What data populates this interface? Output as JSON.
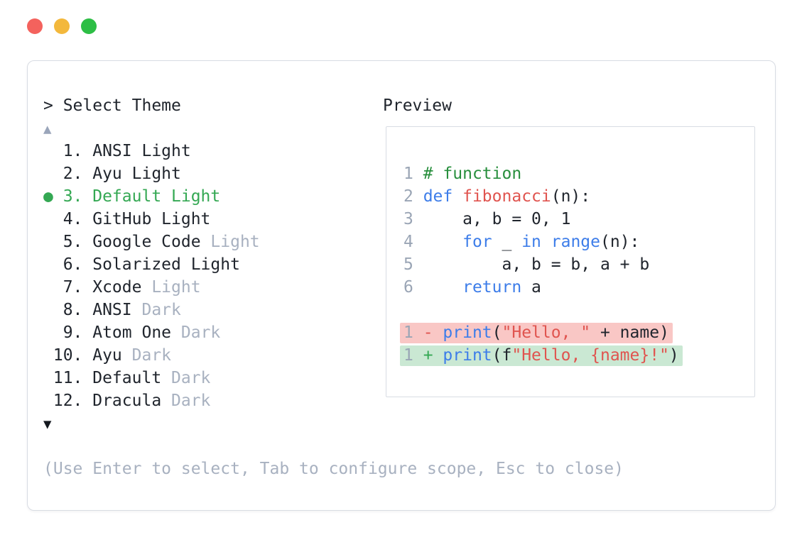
{
  "window": {
    "controls": [
      {
        "name": "window-close-button",
        "color": "#f4625d"
      },
      {
        "name": "window-minimize-button",
        "color": "#f3b83c"
      },
      {
        "name": "window-zoom-button",
        "color": "#2dbe45"
      }
    ]
  },
  "palette": {
    "dark": "#20252d",
    "gray": "#a8b1c0",
    "green": "#34a853",
    "comment": "#288f3d",
    "blue": "#3d7de9",
    "red": "#e0544f",
    "line_num": "#9aa5b5",
    "del_bg": "#f9c7c5",
    "add_bg": "#cae8d3",
    "arrow_up": "#9aa5ba",
    "arrow_down": "#14181f",
    "panel_border": "#d8dce3"
  },
  "selector": {
    "prompt": "> Select Theme",
    "scroll_up_icon": "▲",
    "scroll_down_icon": "▼",
    "hint": "(Use Enter to select, Tab to configure scope, Esc to close)",
    "selected_label": "Default Light",
    "items": [
      {
        "label": "ANSI Light",
        "selected": false,
        "segments": [
          {
            "t": "  1. ANSI Light",
            "c": "dark"
          }
        ]
      },
      {
        "label": "Ayu Light",
        "selected": false,
        "segments": [
          {
            "t": "  2. Ayu Light",
            "c": "dark"
          }
        ]
      },
      {
        "label": "Default Light",
        "selected": true,
        "segments": [
          {
            "t": "● 3. Default Light",
            "c": "green"
          }
        ]
      },
      {
        "label": "GitHub Light",
        "selected": false,
        "segments": [
          {
            "t": "  4. GitHub Light",
            "c": "dark"
          }
        ]
      },
      {
        "label": "Google Code Light",
        "selected": false,
        "segments": [
          {
            "t": "  5. Google Code ",
            "c": "dark"
          },
          {
            "t": "Light",
            "c": "gray"
          }
        ]
      },
      {
        "label": "Solarized Light",
        "selected": false,
        "segments": [
          {
            "t": "  6. Solarized Light",
            "c": "dark"
          }
        ]
      },
      {
        "label": "Xcode Light",
        "selected": false,
        "segments": [
          {
            "t": "  7. Xcode ",
            "c": "dark"
          },
          {
            "t": "Light",
            "c": "gray"
          }
        ]
      },
      {
        "label": "ANSI Dark",
        "selected": false,
        "segments": [
          {
            "t": "  8. ANSI ",
            "c": "dark"
          },
          {
            "t": "Dark",
            "c": "gray"
          }
        ]
      },
      {
        "label": "Atom One Dark",
        "selected": false,
        "segments": [
          {
            "t": "  9. Atom One ",
            "c": "dark"
          },
          {
            "t": "Dark",
            "c": "gray"
          }
        ]
      },
      {
        "label": "Ayu Dark",
        "selected": false,
        "segments": [
          {
            "t": " 10. Ayu ",
            "c": "dark"
          },
          {
            "t": "Dark",
            "c": "gray"
          }
        ]
      },
      {
        "label": "Default Dark",
        "selected": false,
        "segments": [
          {
            "t": " 11. Default ",
            "c": "dark"
          },
          {
            "t": "Dark",
            "c": "gray"
          }
        ]
      },
      {
        "label": "Dracula Dark",
        "selected": false,
        "segments": [
          {
            "t": " 12. Dracula ",
            "c": "dark"
          },
          {
            "t": "Dark",
            "c": "gray"
          }
        ]
      }
    ]
  },
  "preview": {
    "title": "Preview",
    "code_lines": [
      {
        "segments": [
          {
            "t": "1 ",
            "c": "line_num"
          },
          {
            "t": "# function",
            "c": "comment"
          }
        ]
      },
      {
        "segments": [
          {
            "t": "2 ",
            "c": "line_num"
          },
          {
            "t": "def",
            "c": "blue"
          },
          {
            "t": " ",
            "c": "dark"
          },
          {
            "t": "fibonacci",
            "c": "red"
          },
          {
            "t": "(n):",
            "c": "dark"
          }
        ]
      },
      {
        "segments": [
          {
            "t": "3 ",
            "c": "line_num"
          },
          {
            "t": "    a, b = 0, 1",
            "c": "dark"
          }
        ]
      },
      {
        "segments": [
          {
            "t": "4 ",
            "c": "line_num"
          },
          {
            "t": "    ",
            "c": "dark"
          },
          {
            "t": "for",
            "c": "blue"
          },
          {
            "t": " _ ",
            "c": "dark"
          },
          {
            "t": "in",
            "c": "blue"
          },
          {
            "t": " ",
            "c": "dark"
          },
          {
            "t": "range",
            "c": "blue"
          },
          {
            "t": "(n):",
            "c": "dark"
          }
        ]
      },
      {
        "segments": [
          {
            "t": "5 ",
            "c": "line_num"
          },
          {
            "t": "        a, b = b, a + b",
            "c": "dark"
          }
        ]
      },
      {
        "segments": [
          {
            "t": "6 ",
            "c": "line_num"
          },
          {
            "t": "    ",
            "c": "dark"
          },
          {
            "t": "return",
            "c": "blue"
          },
          {
            "t": " a",
            "c": "dark"
          }
        ]
      }
    ],
    "diff_lines": [
      {
        "type": "removed",
        "bg": "del_bg",
        "segments": [
          {
            "t": "1 ",
            "c": "line_num"
          },
          {
            "t": "- ",
            "c": "red"
          },
          {
            "t": "print",
            "c": "blue"
          },
          {
            "t": "(",
            "c": "dark"
          },
          {
            "t": "\"Hello, \"",
            "c": "red"
          },
          {
            "t": " + name)",
            "c": "dark"
          }
        ]
      },
      {
        "type": "added",
        "bg": "add_bg",
        "segments": [
          {
            "t": "1 ",
            "c": "line_num"
          },
          {
            "t": "+ ",
            "c": "green"
          },
          {
            "t": "print",
            "c": "blue"
          },
          {
            "t": "(f",
            "c": "dark"
          },
          {
            "t": "\"Hello, {name}!\"",
            "c": "red"
          },
          {
            "t": ")",
            "c": "dark"
          }
        ]
      }
    ]
  }
}
